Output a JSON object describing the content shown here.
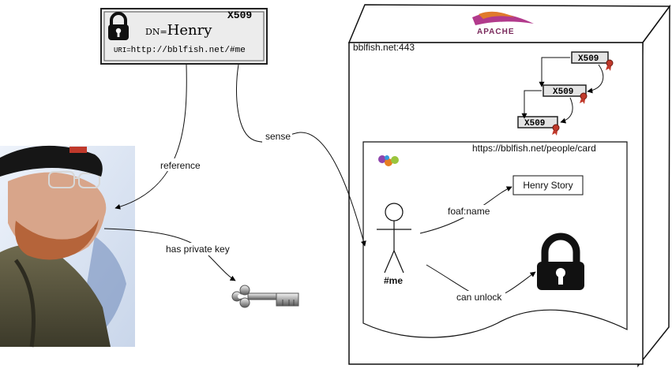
{
  "cert_card": {
    "badge": "X509",
    "dn_prefix": "DN=",
    "dn_value": "Henry",
    "uri_prefix": "URI=",
    "uri_value": "http://bblfish.net/#me"
  },
  "server": {
    "brand": "APACHE",
    "host": "bblfish.net:443",
    "chain": [
      "X509",
      "X509",
      "X509"
    ]
  },
  "profile_doc": {
    "url": "https://bblfish.net/people/card",
    "agent_label": "#me",
    "name_value": "Henry Story"
  },
  "edges": {
    "reference": "reference",
    "sense": "sense",
    "has_private_key": "has private key",
    "foaf_name": "foaf:name",
    "can_unlock": "can unlock"
  },
  "colors": {
    "badge_fill": "#e4e4e4",
    "card_fill": "#ececec",
    "ribbon": "#c0392b",
    "apache_feather": "#b23a8c"
  },
  "icons": [
    "lock-icon",
    "key-icon",
    "person-icon",
    "ribbon-icon",
    "apache-feather-icon",
    "foaf-logo-icon"
  ]
}
